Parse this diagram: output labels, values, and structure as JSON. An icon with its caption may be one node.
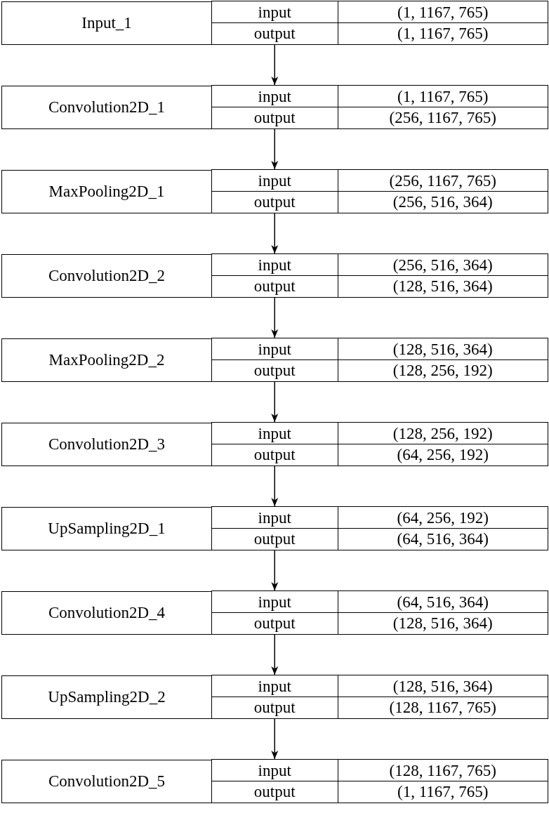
{
  "diagram": {
    "nodes": [
      {
        "text": [
          "Input_1"
        ]
      },
      {
        "text": [
          "input"
        ]
      },
      {
        "text": [
          "(1, 1167, 765)"
        ]
      },
      {
        "text": [
          "output"
        ]
      },
      {
        "text": [
          "(1, 1167, 765)"
        ]
      },
      {
        "text": [
          "Convolution2D_1"
        ]
      },
      {
        "text": [
          "input"
        ]
      },
      {
        "text": [
          "(1, 1167, 765)"
        ]
      },
      {
        "text": [
          "output"
        ]
      },
      {
        "text": [
          "(256, 1167, 765)"
        ]
      },
      {
        "text": [
          "MaxPooling2D_1"
        ]
      },
      {
        "text": [
          "input"
        ]
      },
      {
        "text": [
          "(256, 1167, 765)"
        ]
      },
      {
        "text": [
          "output"
        ]
      },
      {
        "text": [
          "(256, 516, 364)"
        ]
      },
      {
        "text": [
          "Convolution2D_2"
        ]
      },
      {
        "text": [
          "input"
        ]
      },
      {
        "text": [
          "(256, 516, 364)"
        ]
      },
      {
        "text": [
          "output"
        ]
      },
      {
        "text": [
          "(128, 516, 364)"
        ]
      },
      {
        "text": [
          "MaxPooling2D_2"
        ]
      },
      {
        "text": [
          "input"
        ]
      },
      {
        "text": [
          "(128, 516, 364)"
        ]
      },
      {
        "text": [
          "output"
        ]
      },
      {
        "text": [
          "(128, 256, 192)"
        ]
      },
      {
        "text": [
          "Convolution2D_3"
        ]
      },
      {
        "text": [
          "input"
        ]
      },
      {
        "text": [
          "(128, 256, 192)"
        ]
      },
      {
        "text": [
          "output"
        ]
      },
      {
        "text": [
          "(64, 256, 192)"
        ]
      },
      {
        "text": [
          "UpSampling2D_1"
        ]
      },
      {
        "text": [
          "input"
        ]
      },
      {
        "text": [
          "(64, 256, 192)"
        ]
      },
      {
        "text": [
          "output"
        ]
      },
      {
        "text": [
          "(64, 516, 364)"
        ]
      },
      {
        "text": [
          "Convolution2D_4"
        ]
      },
      {
        "text": [
          "input"
        ]
      },
      {
        "text": [
          "(64, 516, 364)"
        ]
      },
      {
        "text": [
          "output"
        ]
      },
      {
        "text": [
          "(128, 516, 364)"
        ]
      },
      {
        "text": [
          "UpSampling2D_2"
        ]
      },
      {
        "text": [
          "input"
        ]
      },
      {
        "text": [
          "(128, 516, 364)"
        ]
      },
      {
        "text": [
          "output"
        ]
      },
      {
        "text": [
          "(128, 1167, 765)"
        ]
      },
      {
        "text": [
          "Convolution2D_5"
        ]
      },
      {
        "text": [
          "input"
        ]
      },
      {
        "text": [
          "(128, 1167, 765)"
        ]
      },
      {
        "text": [
          "output"
        ]
      },
      {
        "text": [
          "(1, 1167, 765)"
        ]
      }
    ],
    "edges": [
      {
        "from": 3,
        "to": 6,
        "arrow": "to"
      },
      {
        "from": 8,
        "to": 11,
        "arrow": "to"
      },
      {
        "from": 13,
        "to": 16,
        "arrow": "to"
      },
      {
        "from": 18,
        "to": 21,
        "arrow": "to"
      },
      {
        "from": 23,
        "to": 26,
        "arrow": "to"
      },
      {
        "from": 28,
        "to": 31,
        "arrow": "to"
      },
      {
        "from": 33,
        "to": 36,
        "arrow": "to"
      },
      {
        "from": 38,
        "to": 41,
        "arrow": "to"
      },
      {
        "from": 43,
        "to": 46,
        "arrow": "to"
      }
    ]
  }
}
